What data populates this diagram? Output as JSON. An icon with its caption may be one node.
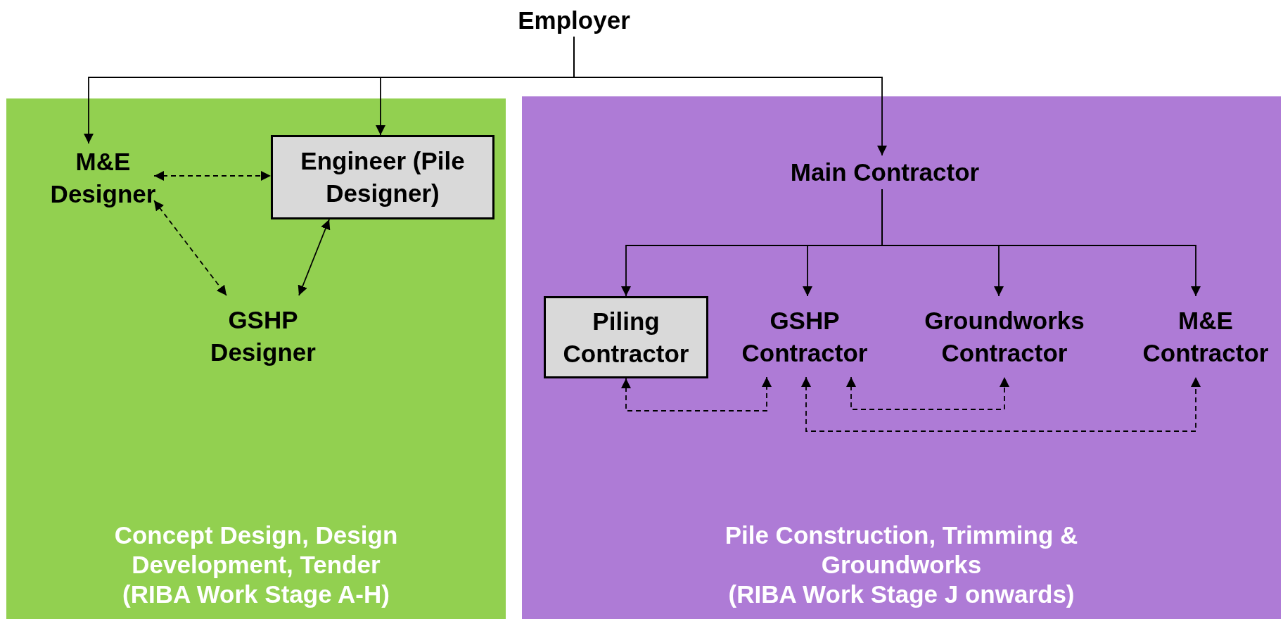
{
  "diagram": {
    "nodes": [
      {
        "text": [
          "Employer"
        ]
      },
      {
        "text": [
          "Concept Design, Design Development, Tender",
          "(RIBA Work Stage A-H)"
        ]
      },
      {
        "text": [
          "M&E Designer"
        ],
        "in": 1
      },
      {
        "text": [
          "Engineer (Pile Designer)"
        ],
        "in": 1
      },
      {
        "text": [
          "GSHP Designer"
        ],
        "in": 1
      },
      {
        "text": [
          "Pile Construction, Trimming & Groundworks",
          "(RIBA Work Stage J onwards)"
        ]
      },
      {
        "text": [
          "Main Contractor"
        ],
        "in": 5
      },
      {
        "text": [
          "Piling Contractor"
        ],
        "in": 5
      },
      {
        "text": [
          "GSHP Contractor"
        ],
        "in": 5
      },
      {
        "text": [
          "Groundworks Contractor"
        ],
        "in": 5
      },
      {
        "text": [
          "M&E Contractor"
        ],
        "in": 5
      }
    ],
    "edges": [
      {
        "from": 0,
        "to": 2,
        "arrow": "to"
      },
      {
        "from": 0,
        "to": 3,
        "arrow": "to"
      },
      {
        "from": 0,
        "to": 6,
        "arrow": "to"
      },
      {
        "from": 2,
        "to": 3,
        "arrow": "both",
        "style": "dashed"
      },
      {
        "from": 2,
        "to": 4,
        "arrow": "both",
        "style": "dashed"
      },
      {
        "from": 3,
        "to": 4,
        "arrow": "both"
      },
      {
        "from": 6,
        "to": 7,
        "arrow": "to"
      },
      {
        "from": 6,
        "to": 8,
        "arrow": "to"
      },
      {
        "from": 6,
        "to": 9,
        "arrow": "to"
      },
      {
        "from": 6,
        "to": 10,
        "arrow": "to"
      },
      {
        "from": 7,
        "to": 8,
        "arrow": "both",
        "style": "dashed"
      },
      {
        "from": 8,
        "to": 9,
        "arrow": "both",
        "style": "dashed"
      },
      {
        "from": 8,
        "to": 10,
        "arrow": "both",
        "style": "dashed"
      }
    ]
  }
}
